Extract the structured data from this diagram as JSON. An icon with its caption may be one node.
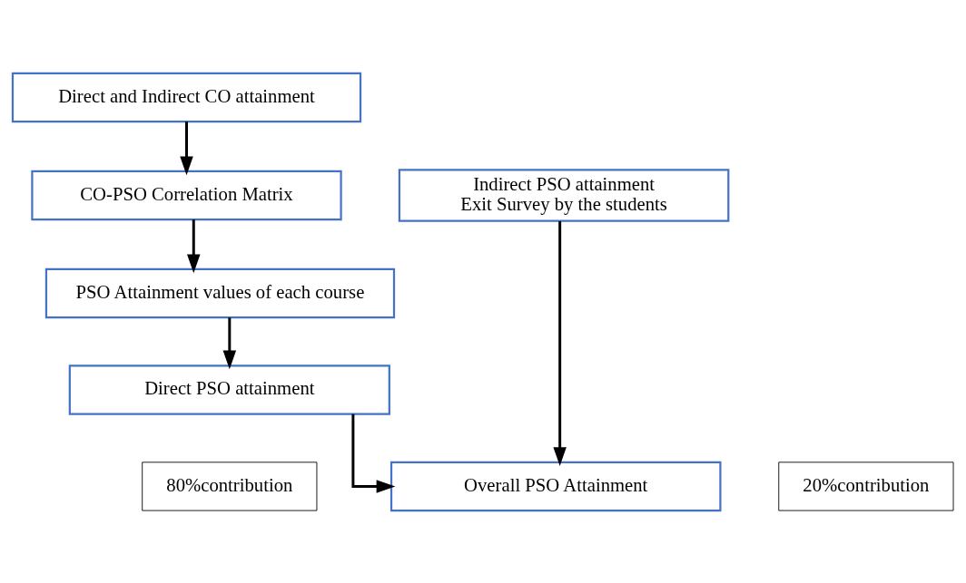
{
  "diagram": {
    "nodes": [
      {
        "text": [
          "Direct and Indirect CO attainment"
        ]
      },
      {
        "text": [
          "CO-PSO Correlation Matrix"
        ]
      },
      {
        "text": [
          "PSO Attainment values of each course"
        ]
      },
      {
        "text": [
          "Direct PSO attainment"
        ]
      },
      {
        "text": [
          "Indirect PSO attainment",
          "Exit Survey by the students"
        ]
      },
      {
        "text": [
          "Overall PSO Attainment"
        ]
      },
      {
        "text": [
          "80%contribution"
        ]
      },
      {
        "text": [
          "20%contribution"
        ]
      }
    ],
    "edges": [
      {
        "from": 0,
        "to": 1,
        "arrow": "to"
      },
      {
        "from": 1,
        "to": 2,
        "arrow": "to"
      },
      {
        "from": 2,
        "to": 3,
        "arrow": "to"
      },
      {
        "from": 3,
        "to": 5,
        "arrow": "to"
      },
      {
        "from": 4,
        "to": 5,
        "arrow": "to"
      }
    ]
  }
}
